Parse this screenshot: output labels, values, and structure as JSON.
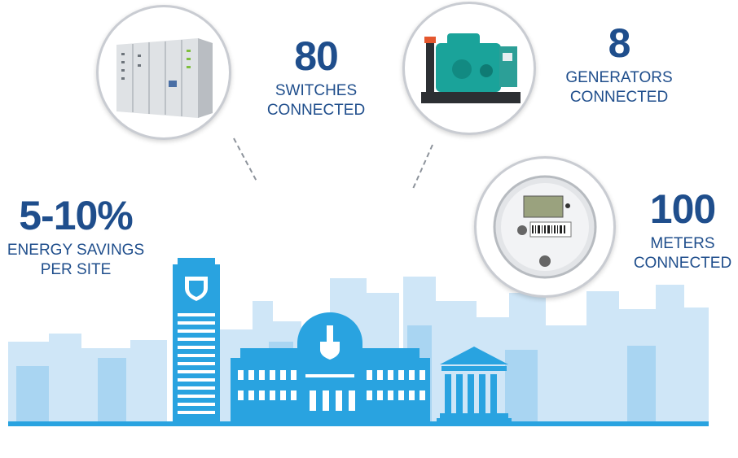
{
  "stats": {
    "switches": {
      "number": "80",
      "label_line1": "SWITCHES",
      "label_line2": "CONNECTED"
    },
    "generators": {
      "number": "8",
      "label_line1": "GENERATORS",
      "label_line2": "CONNECTED"
    },
    "meters": {
      "number": "100",
      "label_line1": "METERS",
      "label_line2": "CONNECTED"
    },
    "savings": {
      "number": "5-10%",
      "label_line1": "ENERGY SAVINGS",
      "label_line2": "PER SITE"
    }
  },
  "images": [
    "switchgear-cabinet",
    "diesel-generator",
    "electric-meter"
  ],
  "colors": {
    "text_primary": "#1f4e8c",
    "skyline_light": "#cfe6f7",
    "skyline_mid": "#a9d5f2",
    "buildings_main": "#29a3e0",
    "ground_line": "#29a3e0"
  }
}
